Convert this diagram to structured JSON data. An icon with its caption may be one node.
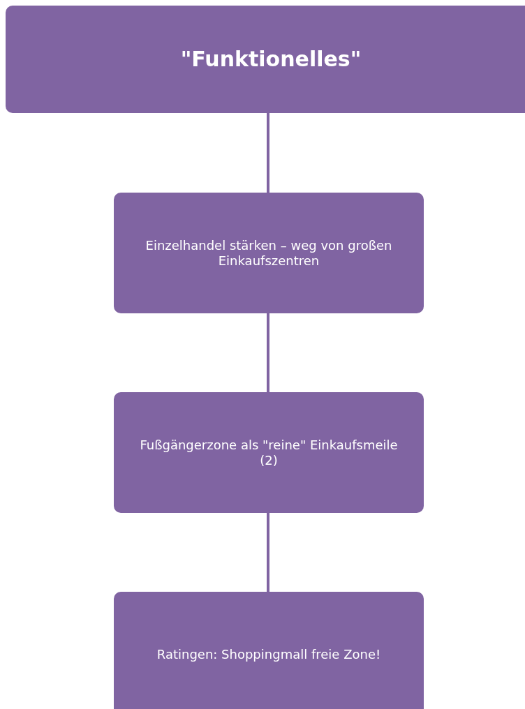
{
  "diagram": {
    "nodes": [
      {
        "text": [
          "\"Funktionelles\""
        ]
      },
      {
        "text": [
          "Einzelhandel stärken – weg von großen Einkaufszentren"
        ]
      },
      {
        "text": [
          "Fußgängerzone als \"reine\" Einkaufsmeile (2)"
        ]
      },
      {
        "text": [
          "Ratingen: Shoppingmall freie Zone!"
        ]
      }
    ],
    "edges": [
      {
        "from": 0,
        "to": 1,
        "arrow": "none"
      },
      {
        "from": 1,
        "to": 2,
        "arrow": "none"
      },
      {
        "from": 2,
        "to": 3,
        "arrow": "none"
      }
    ]
  }
}
